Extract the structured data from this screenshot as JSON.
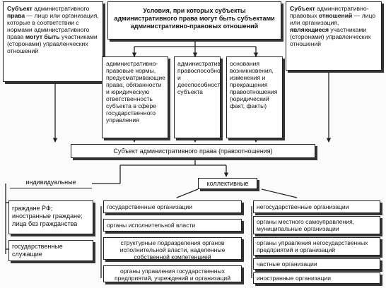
{
  "left_top": {
    "p1_bold": "Субъект",
    "p1_text": " административного",
    "p2_bold": "права",
    "p2_text": " — лицо или организация, которые в соответствии с нормами административного права",
    "p3_bold": "могут быть",
    "p3_text": " участниками (сторонами) управленческих отношений"
  },
  "center_top": "Условия, при которых субъекты административного права могут быть субъектами административно-правовых отношений",
  "right_top": {
    "p1_bold": "Субъект",
    "p1_text": " административно-правовых",
    "p2_bold": "отношений",
    "p2_text": " — лицо или организация,",
    "p3_bold": "являющиеся",
    "p3_text": " участниками (сторонами) управленческих отношений"
  },
  "conditions": [
    "административно-правовые нормы, предусматривающие права, обязанности и юридическую ответственность субъекта в сфере государственного управления",
    "административная правоспособность и дееспособность субъекта",
    "основания возникновения, изменения и прекращения правоотношения (юридический факт, факты)"
  ],
  "subject_bar": "Субъект административного права (правоотношения)",
  "individual_label": "индивидуальные",
  "collective_label": "коллективные",
  "individual_items": [
    "граждане РФ; иностранные граждане; лица без гражданства",
    "государственные служащие"
  ],
  "state_items": [
    "государственные организации",
    "органы исполнительной власти",
    "структурные подразделения органов исполнительной власти, наделенные собственной компетенцией",
    "органы управления государственных предприятий, учреждений и организаций"
  ],
  "nonstate_items": [
    "негосударственные организации",
    "органы местного самоуправления, муниципальные организации",
    "органы управления негосударственных предприятий и организаций",
    "частные организации",
    "иностранные организации"
  ]
}
